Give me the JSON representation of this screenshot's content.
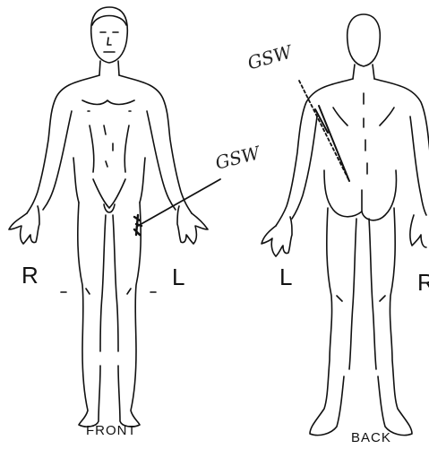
{
  "labels": {
    "front_right": "R",
    "front_left": "L",
    "back_left": "L",
    "back_right": "R",
    "front_caption": "FRONT",
    "back_caption": "BACK"
  },
  "annotations": {
    "front_wound": "GSW",
    "back_wound": "GSW"
  },
  "colors": {
    "line": "#111111",
    "background": "#ffffff"
  }
}
